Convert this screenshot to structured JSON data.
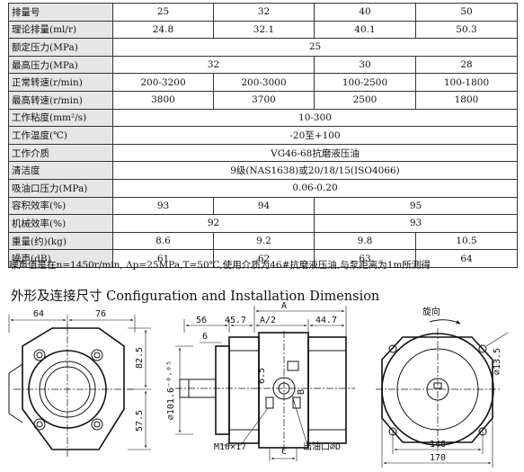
{
  "spec_table": {
    "rows": [
      {
        "label": "排量号",
        "cells": [
          {
            "v": "25",
            "span": 1
          },
          {
            "v": "32",
            "span": 1
          },
          {
            "v": "40",
            "span": 1
          },
          {
            "v": "50",
            "span": 1
          }
        ]
      },
      {
        "label": "理论排量(ml/r)",
        "cells": [
          {
            "v": "24.8",
            "span": 1
          },
          {
            "v": "32.1",
            "span": 1
          },
          {
            "v": "40.1",
            "span": 1
          },
          {
            "v": "50.3",
            "span": 1
          }
        ]
      },
      {
        "label": "额定压力(MPa)",
        "cells": [
          {
            "v": "25",
            "span": 4
          }
        ]
      },
      {
        "label": "最高压力(MPa)",
        "cells": [
          {
            "v": "32",
            "span": 2
          },
          {
            "v": "30",
            "span": 1
          },
          {
            "v": "28",
            "span": 1
          }
        ]
      },
      {
        "label": "正常转速(r/min)",
        "cells": [
          {
            "v": "200-3200",
            "span": 1
          },
          {
            "v": "200-3000",
            "span": 1
          },
          {
            "v": "100-2500",
            "span": 1
          },
          {
            "v": "100-1800",
            "span": 1
          }
        ]
      },
      {
        "label": "最高转速(r/min)",
        "cells": [
          {
            "v": "3800",
            "span": 1
          },
          {
            "v": "3700",
            "span": 1
          },
          {
            "v": "2500",
            "span": 1
          },
          {
            "v": "1800",
            "span": 1
          }
        ]
      },
      {
        "label": "工作粘度(mm²/s)",
        "cells": [
          {
            "v": "10-300",
            "span": 4
          }
        ]
      },
      {
        "label": "工作温度(℃)",
        "cells": [
          {
            "v": "-20至+100",
            "span": 4
          }
        ]
      },
      {
        "label": "工作介质",
        "cells": [
          {
            "v": "VG46-68抗磨液压油",
            "span": 4
          }
        ]
      },
      {
        "label": "清洁度",
        "cells": [
          {
            "v": "9级(NAS1638)或20/18/15(ISO4066)",
            "span": 4
          }
        ]
      },
      {
        "label": "吸油口压力(MPa)",
        "cells": [
          {
            "v": "0.06-0.20",
            "span": 4
          }
        ]
      },
      {
        "label": "容积效率(%)",
        "cells": [
          {
            "v": "93",
            "span": 1
          },
          {
            "v": "94",
            "span": 1
          },
          {
            "v": "95",
            "span": 2
          }
        ]
      },
      {
        "label": "机械效率(%)",
        "cells": [
          {
            "v": "92",
            "span": 2
          },
          {
            "v": "93",
            "span": 2
          }
        ]
      },
      {
        "label": "重量(约)(kg)",
        "cells": [
          {
            "v": "8.6",
            "span": 1
          },
          {
            "v": "9.2",
            "span": 1
          },
          {
            "v": "9.8",
            "span": 1
          },
          {
            "v": "10.5",
            "span": 1
          }
        ]
      },
      {
        "label": "噪声(dB)",
        "cells": [
          {
            "v": "61",
            "span": 1
          },
          {
            "v": "62",
            "span": 1
          },
          {
            "v": "63",
            "span": 1
          },
          {
            "v": "64",
            "span": 1
          }
        ]
      }
    ]
  },
  "note": "噪声值是在n=1450r/min, Δp=25MPa,T=50℃,使用介质为46#抗磨液压油,与泵距离为1m所测得",
  "section_title": "外形及连接尺寸 Configuration and Installation Dimension",
  "drawing": {
    "left_view": {
      "dim_top_a": "64",
      "dim_top_b": "76",
      "dim_right_a": "82.5",
      "dim_right_b": "57.5"
    },
    "middle_view": {
      "dim_56": "56",
      "dim_45_7": "45.7",
      "dim_a_half": "A/2",
      "dim_a": "A",
      "dim_44_7": "44.7",
      "dim_6": "6",
      "dim_6_5": "6.5",
      "dim_diam_101_6": "⌀101.6⁻⁰·⁰⁵",
      "label_b": "B",
      "label_c": "C",
      "label_thread": "M10×17",
      "label_outlet": "出油口⌀D"
    },
    "right_view": {
      "rotation_label": "旋向",
      "dim_diam_13_5": "⌀13.5",
      "dim_146": "146",
      "dim_170": "170"
    }
  }
}
